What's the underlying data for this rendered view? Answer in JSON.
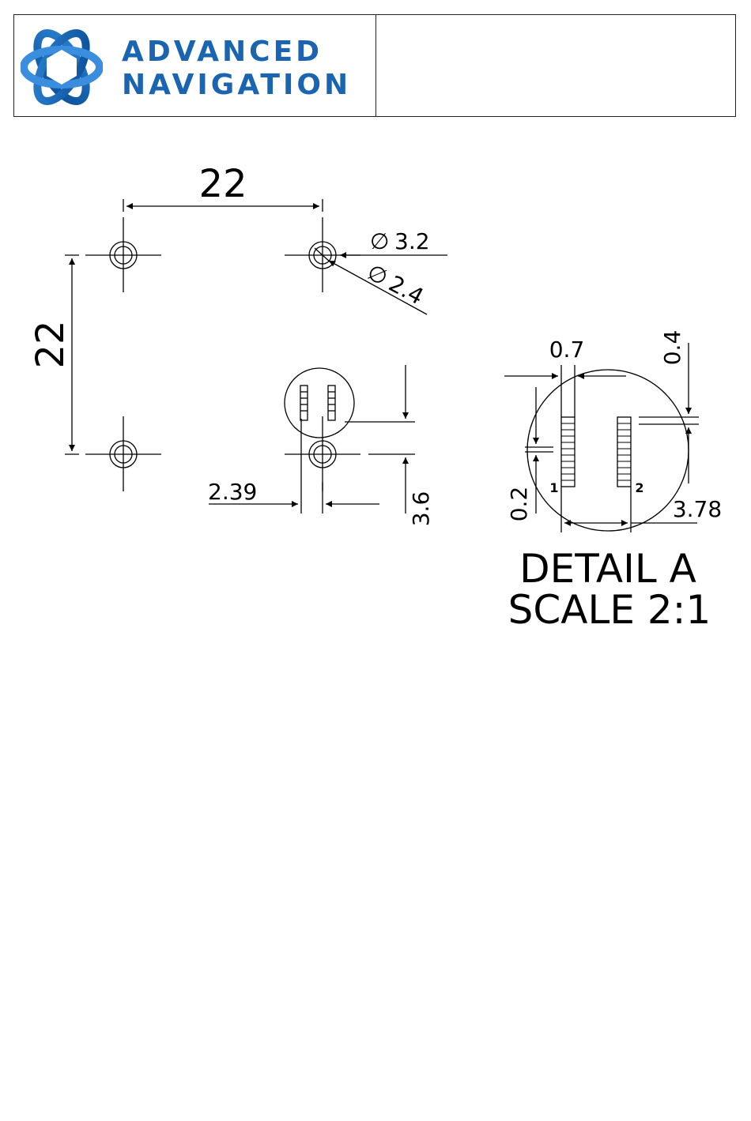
{
  "header": {
    "brand_line1": "ADVANCED",
    "brand_line2": "NAVIGATION",
    "brand_color": "#1a64b0",
    "logo_icon": "advanced-navigation-logo-icon",
    "right_cell": ""
  },
  "drawing": {
    "dim_horizontal_spacing": "22",
    "dim_vertical_spacing": "22",
    "dim_hole_outer": "3.2",
    "dim_hole_inner": "2.4",
    "dim_connector_offset": "2.39",
    "dim_connector_height": "3.6",
    "diameter_symbol": "∅"
  },
  "detail": {
    "pad_width": "0.7",
    "pad_gap": "0.4",
    "pad_pitch": "0.2",
    "row_spacing": "3.78",
    "pin1_label": "1",
    "pin2_label": "2",
    "title_line1": "DETAIL A",
    "title_line2": "SCALE 2:1"
  }
}
